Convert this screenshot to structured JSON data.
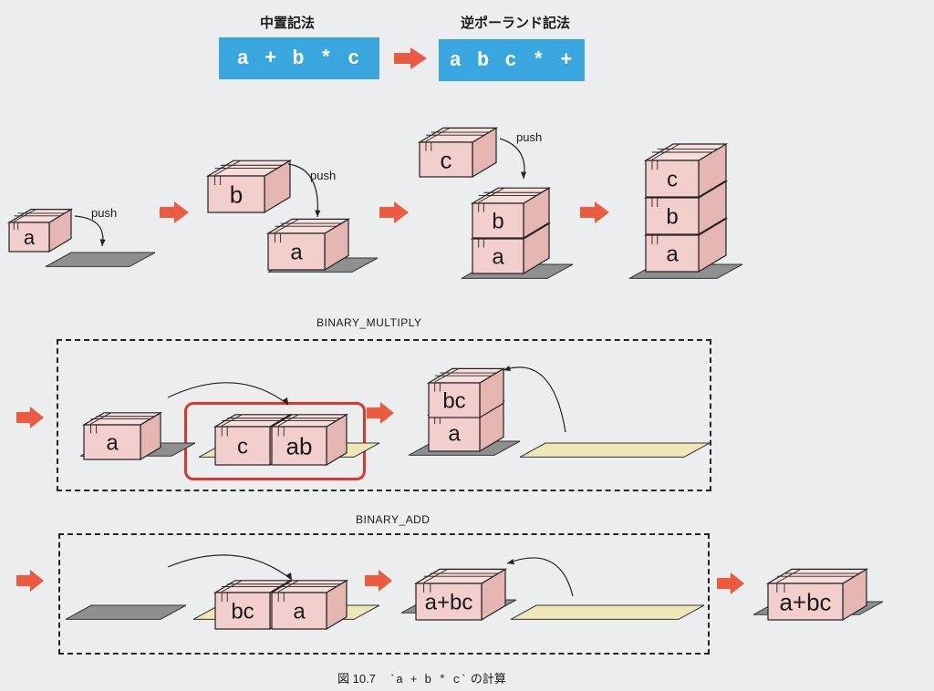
{
  "notation": {
    "infix_title": "中置記法",
    "infix_expr": "a + b * c",
    "rpn_title": "逆ポーランド記法",
    "rpn_expr": "a b c * +"
  },
  "push_label": "push",
  "op_labels": {
    "multiply": "BINARY_MULTIPLY",
    "add": "BINARY_ADD"
  },
  "box_labels": {
    "a": "a",
    "b": "b",
    "c": "c",
    "ab": "ab",
    "bc": "bc",
    "a_plus_bc": "a+bc"
  },
  "caption": {
    "prefix": "図 10.7",
    "expr": "`a + b * c`",
    "suffix": "の計算"
  },
  "colors": {
    "box_front": "#f2cfcc",
    "box_top": "#f8dedb",
    "box_side": "#e4b5b1",
    "slab_gray": "#8f8f8f",
    "slab_yellow": "#efe7b8",
    "arrow_red": "#ec5a3f",
    "pill_blue": "#3aa6df",
    "highlight_red": "#e0352a"
  }
}
